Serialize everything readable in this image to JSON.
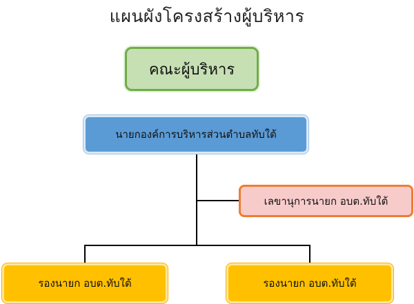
{
  "title": "แผนผังโครงสร้างผู้บริหาร",
  "nodes": {
    "board": "คณะผู้บริหาร",
    "chief": "นายกองค์การบริหารส่วนตำบลทับใต้",
    "secretary": "เลขานุการนายก อบต.ทับใต้",
    "deputy_1": "รองนายก อบต.ทับใต้",
    "deputy_2": "รองนายก อบต.ทับใต้"
  },
  "colors": {
    "board_fill": "#c6e0b4",
    "board_border": "#70ad47",
    "chief_fill": "#5b9bd5",
    "secretary_fill": "#f8cbcb",
    "secretary_border": "#ed7d31",
    "deputy_fill": "#ffc000",
    "connector": "#000000"
  }
}
